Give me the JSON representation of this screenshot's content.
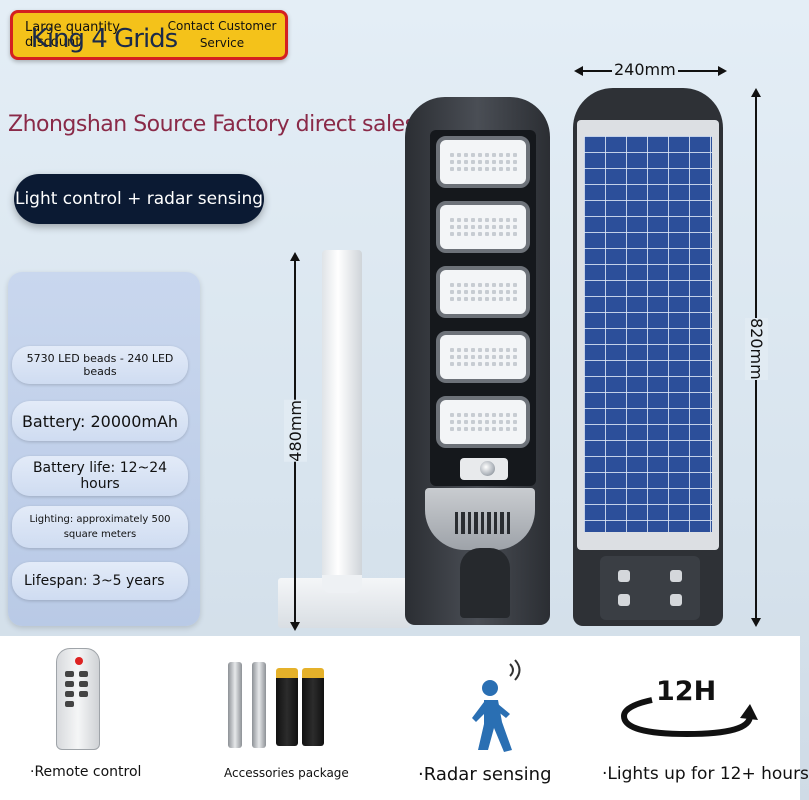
{
  "banner": {
    "left_label": "Large quantity discount",
    "right_label": "Contact Customer Service"
  },
  "headline": "Zhongshan Source Factory direct sales",
  "feature_pill": "Light control + radar sensing",
  "spec_card": {
    "title": "King 4 Grids",
    "items": [
      "5730 LED beads - 240 LED beads",
      "Battery: 20000mAh",
      "Battery life: 12~24 hours",
      "Lighting: approximately 500 square meters",
      "Lifespan: 3~5 years"
    ]
  },
  "dimensions": {
    "width": "240mm",
    "height": "820mm",
    "pole_height": "480mm"
  },
  "bottom_features": [
    {
      "label": "·Remote control",
      "icon": "remote-control-icon"
    },
    {
      "label": "Accessories package",
      "icon": "accessories-icon"
    },
    {
      "label": "·Radar sensing",
      "icon": "walking-person-icon"
    },
    {
      "label": "·Lights up for 12+ hours",
      "icon": "rotation-arrow-icon"
    }
  ],
  "clock_badge": "12H",
  "colors": {
    "banner_bg": "#f4c21a",
    "banner_border": "#d42020",
    "headline": "#8a2a48",
    "pill_dark": "#0b1a33",
    "spec_card": "#c9d7ee",
    "solar": "#2c4f9a",
    "radar_person": "#2a6fb3"
  }
}
